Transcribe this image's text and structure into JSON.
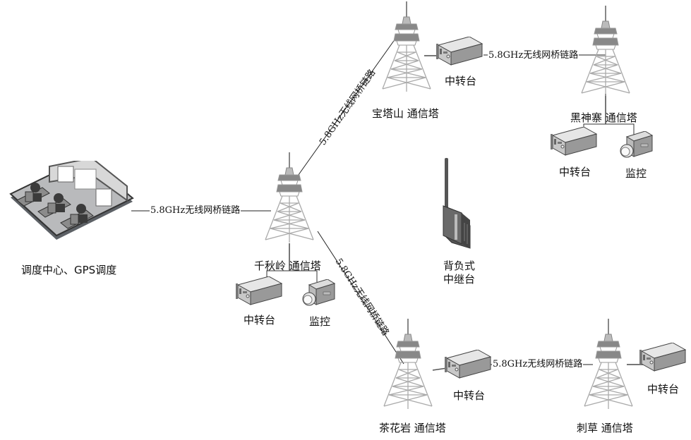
{
  "diagram": {
    "link_label": "5.8GHz无线网桥链路",
    "dispatch_center": {
      "label": "调度中心、GPS调度"
    },
    "towers": [
      {
        "id": "qianqiuling",
        "label": "千秋岭 通信塔"
      },
      {
        "id": "baotashan",
        "label": "宝塔山 通信塔"
      },
      {
        "id": "heishenzhai",
        "label": "黑神寨 通信塔"
      },
      {
        "id": "chahuayan",
        "label": "茶花岩 通信塔"
      },
      {
        "id": "cicao",
        "label": "刺草 通信塔"
      }
    ],
    "devices": {
      "relay": "中转台",
      "camera": "监控",
      "backpack_relay_line1": "背负式",
      "backpack_relay_line2": "中继台"
    },
    "links": [
      {
        "from": "调度中心、GPS调度",
        "to": "千秋岭 通信塔",
        "label": "5.8GHz无线网桥链路"
      },
      {
        "from": "千秋岭 通信塔",
        "to": "宝塔山 通信塔",
        "label": "5.8GHz无线网桥链路"
      },
      {
        "from": "宝塔山 通信塔",
        "to": "黑神寨 通信塔",
        "label": "5.8GHz无线网桥链路"
      },
      {
        "from": "千秋岭 通信塔",
        "to": "茶花岩 通信塔",
        "label": "5.8GHz无线网桥链路"
      },
      {
        "from": "茶花岩 通信塔",
        "to": "刺草 通信塔",
        "label": "5.8GHz无线网桥链路"
      }
    ]
  }
}
